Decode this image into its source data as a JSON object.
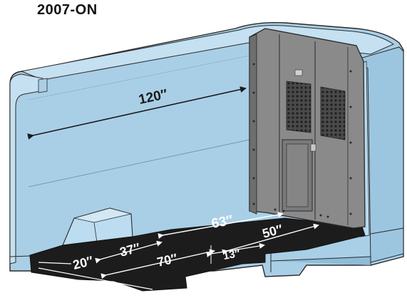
{
  "model_years": "2007-ON",
  "colors": {
    "van_body": "#a9cfe6",
    "van_body_light": "#c4e0f1",
    "van_shadow": "#8fbcd8",
    "floor": "#1c1c1c",
    "partition": "#8a8a8a",
    "partition_dark": "#5e5e5e",
    "outline": "#2a2a2a"
  },
  "dimensions": {
    "cargo_length": "120″",
    "floor_to_partition": "63″",
    "wheel_well_span": "50″",
    "front_floor_width": "37″",
    "rear_floor_width": "20″",
    "floor_length": "70″",
    "door_step": "13″"
  }
}
